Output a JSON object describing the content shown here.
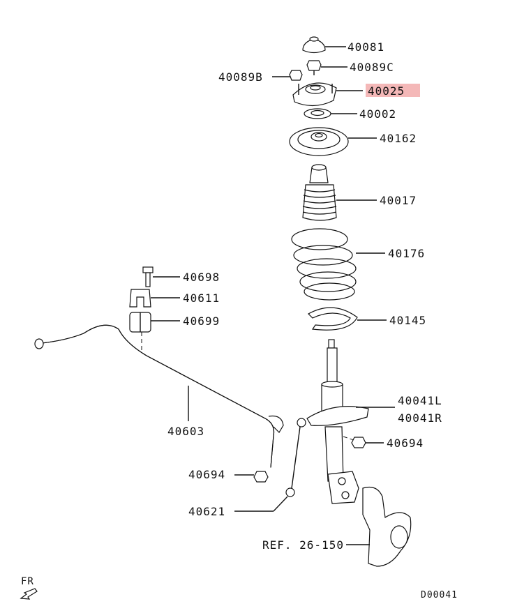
{
  "diagram": {
    "highlight_color": "#f4b8b8",
    "labels": {
      "p40081": "40081",
      "p40089c": "40089C",
      "p40089b": "40089B",
      "p40025": "40025",
      "p40002": "40002",
      "p40162": "40162",
      "p40017": "40017",
      "p40176": "40176",
      "p40145": "40145",
      "p40698": "40698",
      "p40611": "40611",
      "p40699": "40699",
      "p40041l": "40041L",
      "p40041r": "40041R",
      "p40694a": "40694",
      "p40694b": "40694",
      "p40603": "40603",
      "p40621": "40621",
      "ref": "REF. 26-150",
      "fr": "FR",
      "code": "D00041"
    }
  }
}
